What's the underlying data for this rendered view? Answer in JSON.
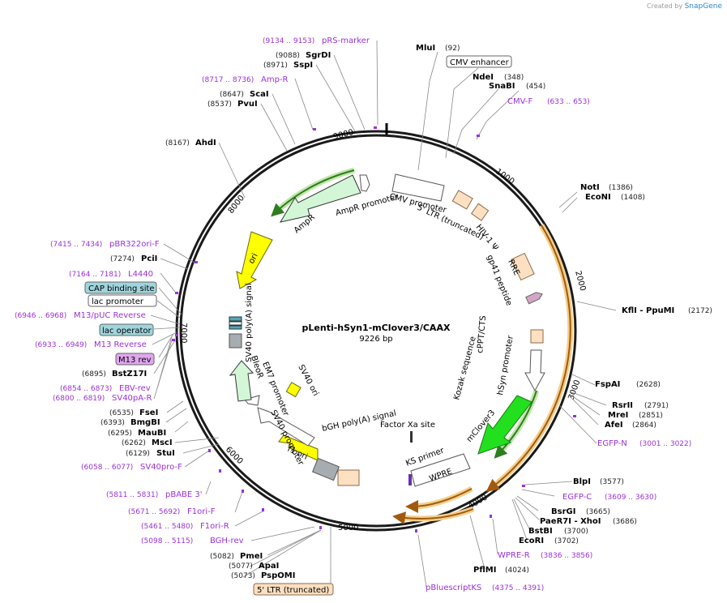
{
  "credit": {
    "prefix": "Created by",
    "brand": "SnapGene"
  },
  "title": "pLenti-hSyn1-mClover3/CAAX",
  "size_label": "9226 bp",
  "total_bp": 9226,
  "ticks": [
    "1000",
    "2000",
    "3000",
    "4000",
    "5000",
    "6000",
    "7000",
    "8000",
    "9000"
  ],
  "enzymes": [
    {
      "name": "MluI",
      "pos": "(92)"
    },
    {
      "name": "NdeI",
      "pos": "(348)"
    },
    {
      "name": "SnaBI",
      "pos": "(454)"
    },
    {
      "name": "NotI",
      "pos": "(1386)"
    },
    {
      "name": "EcoNI",
      "pos": "(1408)"
    },
    {
      "name": "KflI - PpuMI",
      "pos": "(2172)"
    },
    {
      "name": "FspAI",
      "pos": "(2628)"
    },
    {
      "name": "RsrII",
      "pos": "(2791)"
    },
    {
      "name": "MreI",
      "pos": "(2851)"
    },
    {
      "name": "AfeI",
      "pos": "(2864)"
    },
    {
      "name": "BlpI",
      "pos": "(3577)"
    },
    {
      "name": "BsrGI",
      "pos": "(3665)"
    },
    {
      "name": "PaeR7I - XhoI",
      "pos": "(3686)"
    },
    {
      "name": "BstBI",
      "pos": "(3700)"
    },
    {
      "name": "EcoRI",
      "pos": "(3702)"
    },
    {
      "name": "PflMI",
      "pos": "(4024)"
    },
    {
      "name": "PmeI",
      "pos": "(5082)"
    },
    {
      "name": "ApaI",
      "pos": "(5077)"
    },
    {
      "name": "PspOMI",
      "pos": "(5073)"
    },
    {
      "name": "StuI",
      "pos": "(6129)"
    },
    {
      "name": "MscI",
      "pos": "(6262)"
    },
    {
      "name": "MauBI",
      "pos": "(6295)"
    },
    {
      "name": "BmgBI",
      "pos": "(6393)"
    },
    {
      "name": "FseI",
      "pos": "(6535)"
    },
    {
      "name": "BstZ17I",
      "pos": "(6895)"
    },
    {
      "name": "PciI",
      "pos": "(7274)"
    },
    {
      "name": "AhdI",
      "pos": "(8167)"
    },
    {
      "name": "PvuI",
      "pos": "(8537)"
    },
    {
      "name": "ScaI",
      "pos": "(8647)"
    },
    {
      "name": "SspI",
      "pos": "(8971)"
    },
    {
      "name": "SgrDI",
      "pos": "(9088)"
    }
  ],
  "primers": [
    {
      "name": "pRS-marker",
      "pos": "(9134 .. 9153)"
    },
    {
      "name": "Amp-R",
      "pos": "(8717 .. 8736)"
    },
    {
      "name": "CMV-F",
      "pos": "(633 .. 653)"
    },
    {
      "name": "EGFP-N",
      "pos": "(3001 .. 3022)"
    },
    {
      "name": "EGFP-C",
      "pos": "(3609 .. 3630)"
    },
    {
      "name": "WPRE-R",
      "pos": "(3836 .. 3856)"
    },
    {
      "name": "pBluescriptKS",
      "pos": "(4375 .. 4391)"
    },
    {
      "name": "BGH-rev",
      "pos": "(5098 .. 5115)"
    },
    {
      "name": "F1ori-R",
      "pos": "(5461 .. 5480)"
    },
    {
      "name": "F1ori-F",
      "pos": "(5671 .. 5692)"
    },
    {
      "name": "pBABE 3'",
      "pos": "(5811 .. 5831)"
    },
    {
      "name": "SV40pro-F",
      "pos": "(6058 .. 6077)"
    },
    {
      "name": "SV40pA-R",
      "pos": "(6800 .. 6819)"
    },
    {
      "name": "EBV-rev",
      "pos": "(6854 .. 6873)"
    },
    {
      "name": "M13 Reverse",
      "pos": "(6933 .. 6949)"
    },
    {
      "name": "M13/pUC Reverse",
      "pos": "(6946 .. 6968)"
    },
    {
      "name": "L4440",
      "pos": "(7164 .. 7181)"
    },
    {
      "name": "pBR322ori-F",
      "pos": "(7415 .. 7434)"
    }
  ],
  "boxed": [
    {
      "name": "CMV enhancer",
      "style": "white"
    },
    {
      "name": "CAP binding site",
      "style": "teal"
    },
    {
      "name": "lac promoter",
      "style": "white"
    },
    {
      "name": "lac operator",
      "style": "teal"
    },
    {
      "name": "M13 rev",
      "style": "purple"
    },
    {
      "name": "5' LTR (truncated)",
      "style": "tan"
    }
  ],
  "features": [
    "CMV promoter",
    "5' LTR (truncated)",
    "HIV-1 Ψ",
    "RRE",
    "gp41 peptide",
    "cPPT/CTS",
    "hSyn promoter",
    "Kozak sequence",
    "mClover3",
    "Factor Xa site",
    "KS primer",
    "WPRE",
    "bGH poly(A) signal",
    "f1 ori",
    "SV40 promoter",
    "SV40 ori",
    "EM7 promoter",
    "BleoR",
    "SV40 poly(A) signal",
    "ori",
    "AmpR",
    "AmpR promoter"
  ],
  "colors": {
    "backbone": "#1a1a1a",
    "enzyme": "#000000",
    "primer": "#9b30d9",
    "orf_orange": "#e8a23a",
    "orf_green": "#5aa832",
    "mclover": "#22e01e",
    "ampr": "#d3f7d6",
    "ori": "#ffff00",
    "tan": "#fde0c2",
    "gray": "#a6acb0",
    "teal": "#9fd5dc",
    "purple_box": "#e0a6ef"
  }
}
